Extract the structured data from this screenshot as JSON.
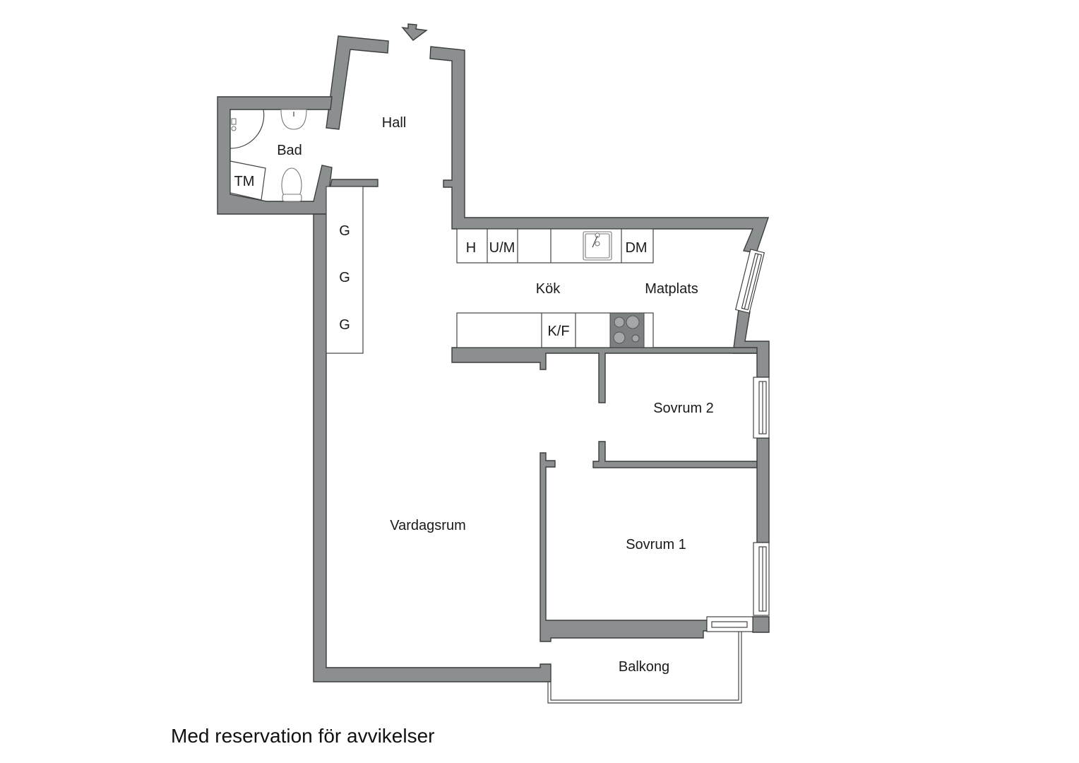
{
  "plan": {
    "wall_color": "#8c8f90",
    "background": "#ffffff",
    "entrance_arrow": "entrance-arrow-icon"
  },
  "rooms": {
    "hall": "Hall",
    "bad": "Bad",
    "tm": "TM",
    "kok": "Kök",
    "matplats": "Matplats",
    "sovrum2": "Sovrum 2",
    "sovrum1": "Sovrum 1",
    "vardagsrum": "Vardagsrum",
    "balkong": "Balkong"
  },
  "fixtures": {
    "kitchen_top": [
      "H",
      "U/M",
      "",
      "sink",
      "DM"
    ],
    "kitchen_bottom": [
      "",
      "K/F",
      "",
      "stove"
    ],
    "wardrobes": [
      "G",
      "G",
      "G"
    ]
  },
  "footer": {
    "disclaimer": "Med reservation för avvikelser"
  }
}
